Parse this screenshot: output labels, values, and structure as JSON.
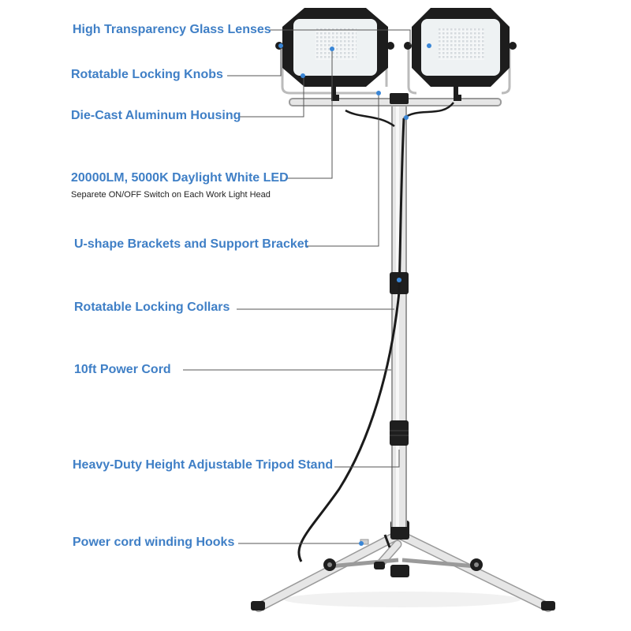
{
  "colors": {
    "label_text": "#3f7fc6",
    "sub_text": "#222222",
    "leader_line": "#555555",
    "led_marker": "#3a86d6",
    "pole": "#e6e6e6",
    "pole_edge": "#9a9a9a",
    "housing": "#1d1d1d",
    "panel": "#eef2f3"
  },
  "labels": {
    "glass_lenses": "High Transparency Glass Lenses",
    "locking_knobs": "Rotatable Locking Knobs",
    "housing": "Die-Cast  Aluminum Housing",
    "led": "20000LM, 5000K Daylight White LED",
    "switch_note": "Separete ON/OFF Switch on Each Work Light Head",
    "brackets": "U-shape Brackets and Support Bracket",
    "collars": "Rotatable Locking Collars",
    "power_cord": "10ft Power Cord",
    "tripod": "Heavy-Duty Height Adjustable Tripod Stand",
    "hooks": "Power cord winding Hooks"
  },
  "icons": {
    "work_light": "floodlight-icon",
    "tripod": "tripod-stand-icon"
  }
}
